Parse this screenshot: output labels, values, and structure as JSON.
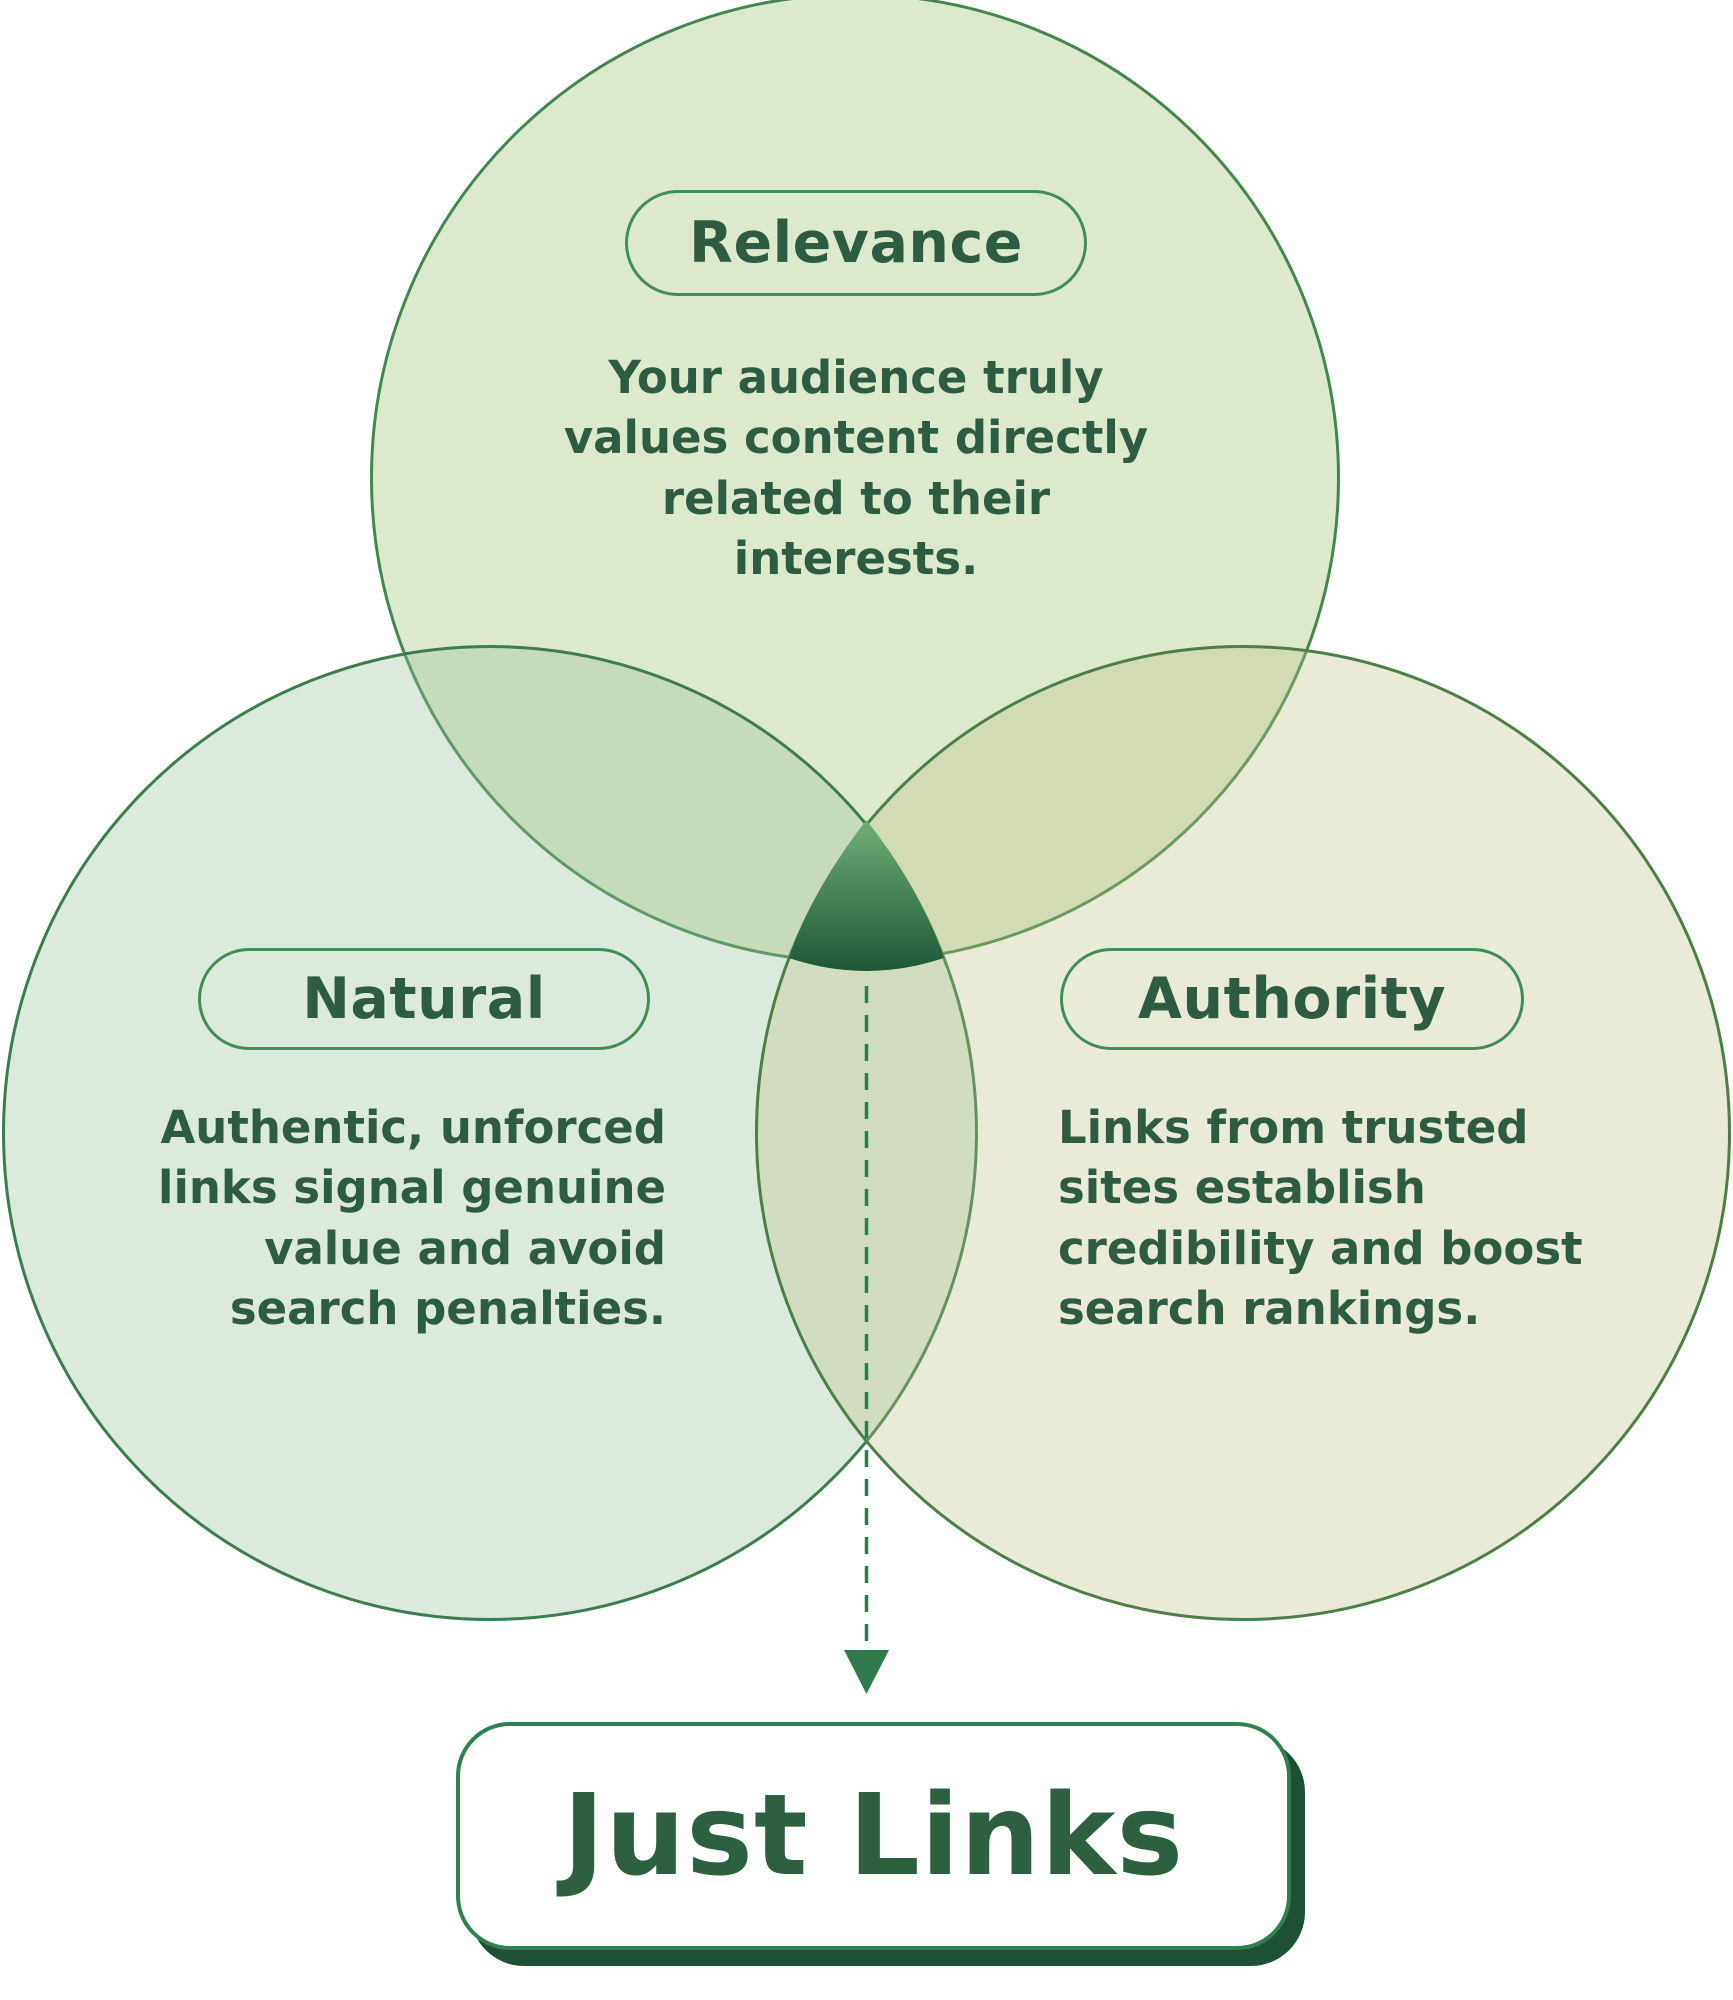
{
  "diagram": {
    "type": "venn",
    "center_label": "Just Links",
    "circles": [
      {
        "id": "relevance",
        "label": "Relevance",
        "description": "Your audience truly values content directly related to their interests."
      },
      {
        "id": "natural",
        "label": "Natural",
        "description": "Authentic, unforced links signal genuine value and avoid search penalties."
      },
      {
        "id": "authority",
        "label": "Authority",
        "description": "Links from trusted sites establish credibility and boost search rankings."
      }
    ],
    "colors": {
      "relevance_fill": "#dde9cd",
      "natural_fill": "#dceadd",
      "authority_fill": "#e9ead7",
      "accent_green": "#2f7b4e",
      "text_green": "#2e5c43",
      "center_gradient_top": "#6fae77",
      "center_gradient_bottom": "#1e5737",
      "box_shadow_green": "#1d5034"
    }
  }
}
